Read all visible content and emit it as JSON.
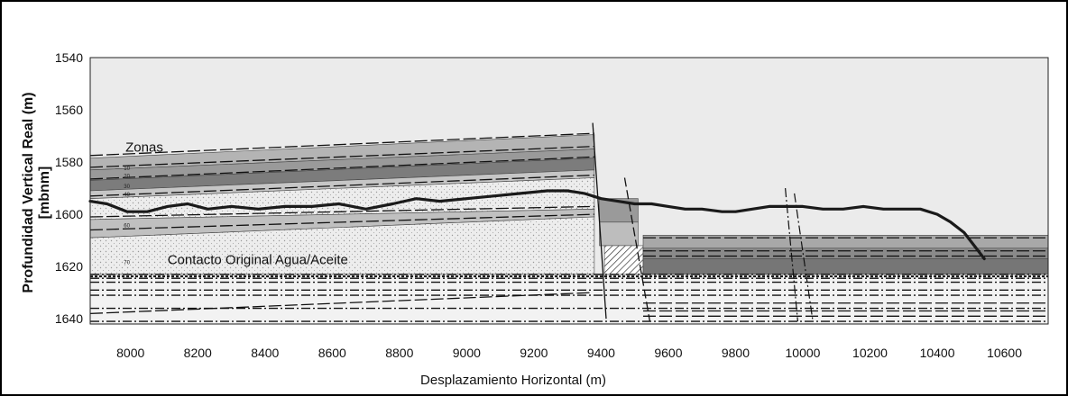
{
  "chart_data": {
    "type": "line",
    "xlabel": "Desplazamiento Horizontal (m)",
    "ylabel": "Profundidad Vertical Real (m)",
    "ylabel_unit": "[mbnm]",
    "xlim": [
      7880,
      10730
    ],
    "ylim": [
      1642,
      1540
    ],
    "x_ticks": [
      8000,
      8200,
      8400,
      8600,
      8800,
      9000,
      9200,
      9400,
      9600,
      9800,
      10000,
      10200,
      10400,
      10600
    ],
    "y_ticks": [
      1540,
      1560,
      1580,
      1600,
      1620,
      1640
    ],
    "grid": false,
    "annotations": [
      {
        "text": "Zonas",
        "x": 7985,
        "y": 1576
      },
      {
        "text": "Contacto Original Agua/Aceite",
        "x": 8110,
        "y": 1619
      }
    ],
    "zone_labels": [
      {
        "text": "10",
        "x": 7980,
        "y": 1583
      },
      {
        "text": "20",
        "x": 7980,
        "y": 1586
      },
      {
        "text": "30",
        "x": 7980,
        "y": 1590
      },
      {
        "text": "40",
        "x": 7980,
        "y": 1593
      },
      {
        "text": "60",
        "x": 7980,
        "y": 1605
      },
      {
        "text": "70",
        "x": 7980,
        "y": 1619
      }
    ],
    "series": [
      {
        "x": [
          7880,
          7930,
          7990,
          8050,
          8110,
          8170,
          8230,
          8300,
          8380,
          8460,
          8540,
          8620,
          8700,
          8780,
          8850,
          8920,
          9000,
          9080,
          9160,
          9240,
          9300,
          9350,
          9400,
          9450,
          9500,
          9550,
          9600,
          9650,
          9700,
          9760,
          9800,
          9850,
          9900,
          9950,
          10000,
          10060,
          10120,
          10180,
          10240,
          10300,
          10350,
          10400,
          10440,
          10480,
          10510,
          10540
        ],
        "y": [
          1595,
          1596,
          1599,
          1599,
          1597,
          1596,
          1598,
          1597,
          1598,
          1597,
          1597,
          1596,
          1598,
          1596,
          1594,
          1595,
          1594,
          1593,
          1592,
          1591,
          1591,
          1592,
          1594,
          1595,
          1596,
          1596,
          1597,
          1598,
          1598,
          1599,
          1599,
          1598,
          1597,
          1597,
          1597,
          1598,
          1598,
          1597,
          1598,
          1598,
          1598,
          1600,
          1603,
          1607,
          1612,
          1617
        ]
      }
    ]
  }
}
